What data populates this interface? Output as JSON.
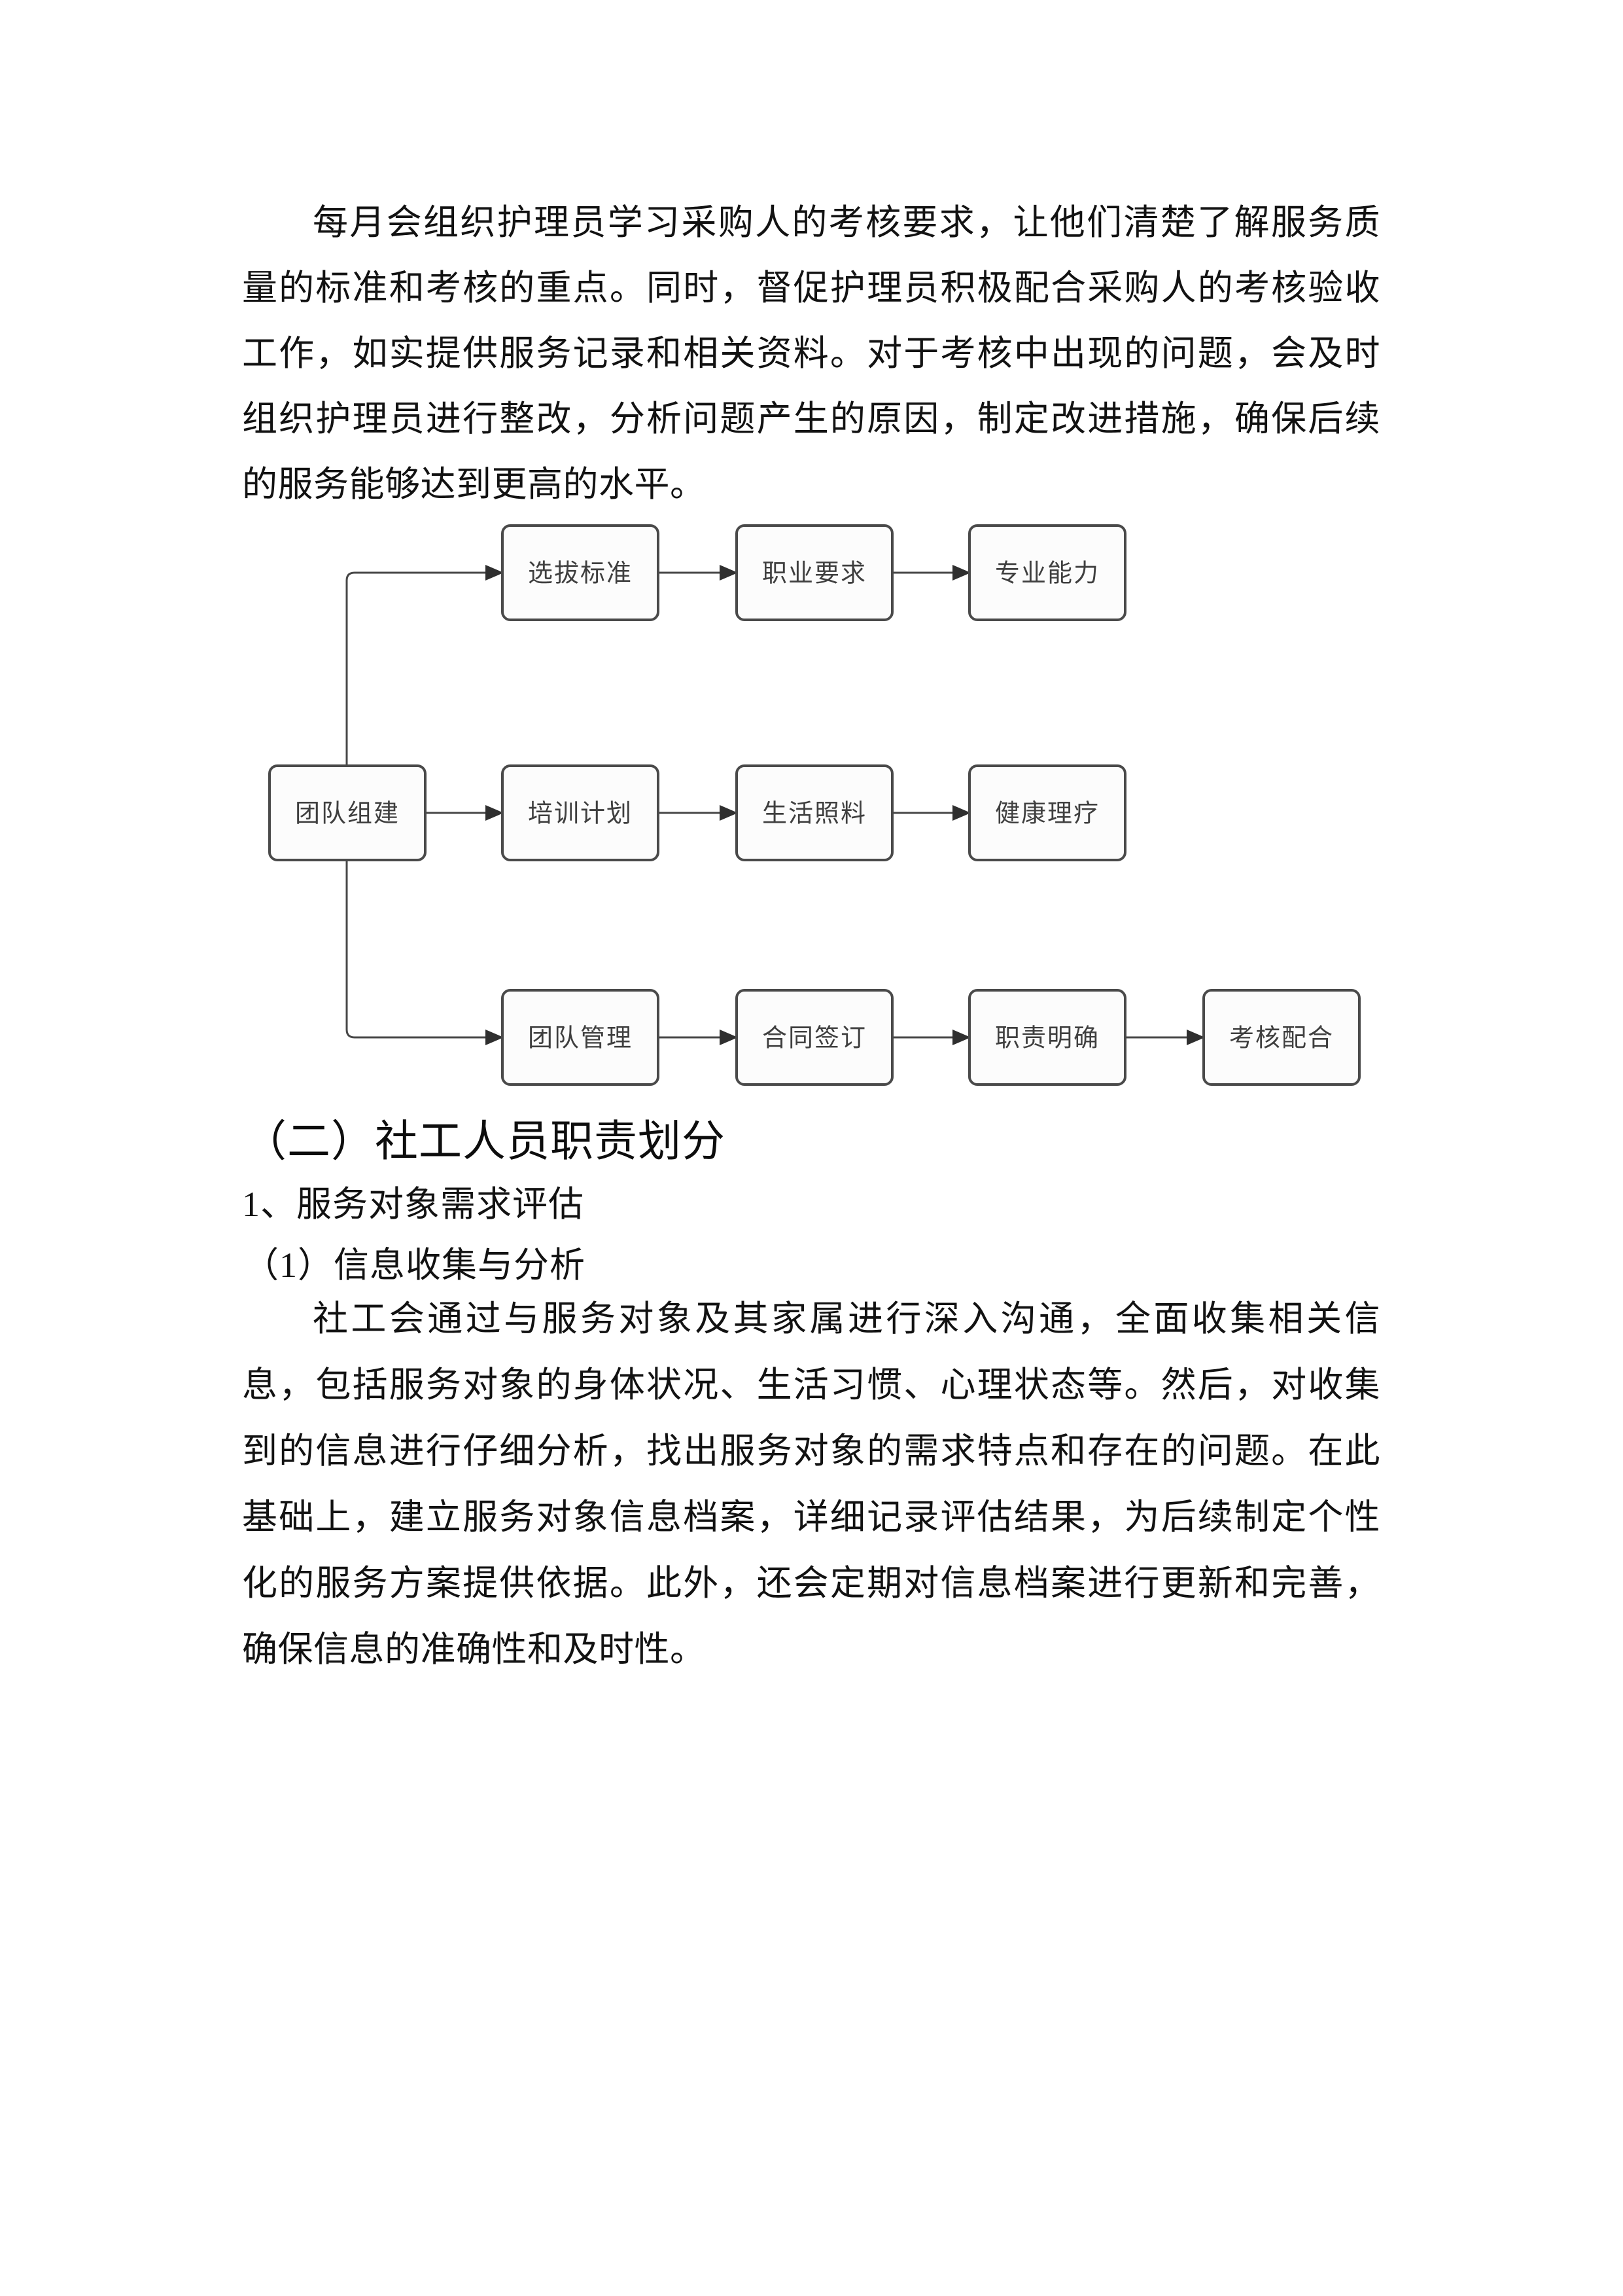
{
  "document": {
    "paragraphs": {
      "p1": "每月会组织护理员学习采购人的考核要求，让他们清楚了解服务质量的标准和考核的重点。同时，督促护理员积极配合采购人的考核验收工作，如实提供服务记录和相关资料。对于考核中出现的问题，会及时组织护理员进行整改，分析问题产生的原因，制定改进措施，确保后续的服务能够达到更高的水平。",
      "p2": "社工会通过与服务对象及其家属进行深入沟通，全面收集相关信息，包括服务对象的身体状况、生活习惯、心理状态等。然后，对收集到的信息进行仔细分析，找出服务对象的需求特点和存在的问题。在此基础上，建立服务对象信息档案，详细记录评估结果，为后续制定个性化的服务方案提供依据。此外，还会定期对信息档案进行更新和完善，确保信息的准确性和及时性。"
    },
    "headings": {
      "section": "（二）社工人员职责划分",
      "sub_numbered": "1、服务对象需求评估",
      "sub_item": "（1）信息收集与分析"
    }
  },
  "flowchart": {
    "root": {
      "label": "团队组建"
    },
    "branches": [
      {
        "nodes": [
          {
            "label": "选拔标准"
          },
          {
            "label": "职业要求"
          },
          {
            "label": "专业能力"
          }
        ]
      },
      {
        "nodes": [
          {
            "label": "培训计划"
          },
          {
            "label": "生活照料"
          },
          {
            "label": "健康理疗"
          }
        ]
      },
      {
        "nodes": [
          {
            "label": "团队管理"
          },
          {
            "label": "合同签订"
          },
          {
            "label": "职责明确"
          },
          {
            "label": "考核配合"
          }
        ]
      }
    ],
    "style": {
      "node_fill": "#fcfcfc",
      "node_border": "#4a4a4a",
      "connector_color": "#474747",
      "node_text_color": "#3f3f3f",
      "page_background": "#ffffff"
    }
  }
}
